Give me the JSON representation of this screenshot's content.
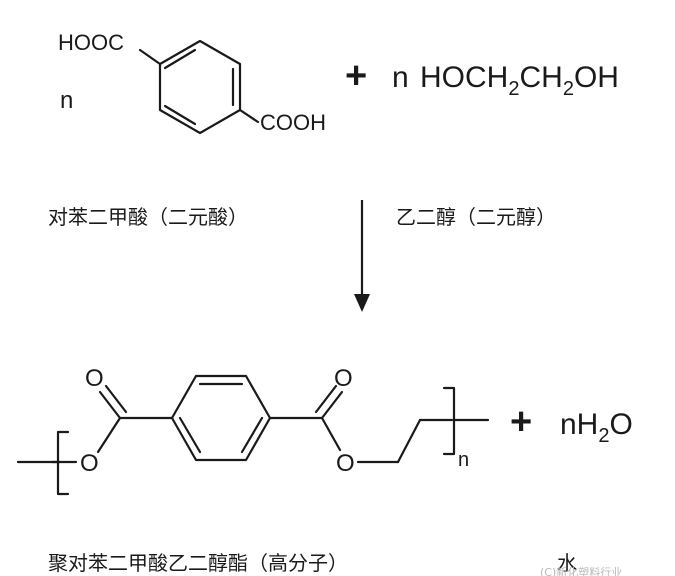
{
  "reactant1": {
    "coefficient": "n",
    "top_group": "HOOC",
    "bottom_group": "COOH",
    "name": "对苯二甲酸（二元酸）"
  },
  "plus_sign": "+",
  "reactant2": {
    "coefficient": "n",
    "formula_part1": "HOCH",
    "sub1": "2",
    "formula_part2": "CH",
    "sub2": "2",
    "formula_part3": "OH",
    "name": "乙二醇（二元醇）"
  },
  "product": {
    "o_top_left": "O",
    "o_chain_left": "O",
    "o_top_right": "O",
    "o_chain_right": "O",
    "repeat_subscript": "n",
    "name": "聚对苯二甲酸乙二醇酯（高分子）"
  },
  "byproduct": {
    "plus_sign": "+",
    "formula_prefix": "nH",
    "sub": "2",
    "formula_suffix": "O",
    "name": "水"
  },
  "watermark": "(C)新化塑料行业"
}
